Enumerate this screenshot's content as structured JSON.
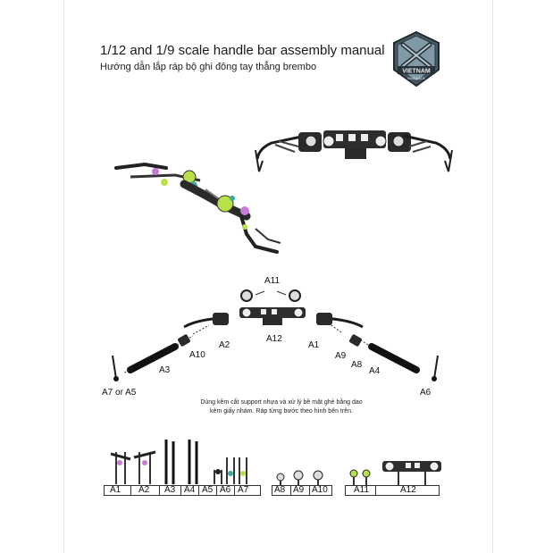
{
  "header": {
    "title": "1/12 and 1/9 scale handle bar assembly manual",
    "subtitle": "Hướng dẫn lắp ráp bộ ghi đông tay thẳng brembo"
  },
  "logo": {
    "text": "VIETNAM",
    "subtext": "HANDMADE"
  },
  "exploded_labels": {
    "a11": "A11",
    "a12": "A12",
    "a1": "A1",
    "a2": "A2",
    "a3": "A3",
    "a4": "A4",
    "a6": "A6",
    "a8": "A8",
    "a9": "A9",
    "a10": "A10",
    "a7_or_a5": "A7 or A5"
  },
  "note": {
    "line1": "Dùng kềm cắt support nhựa và xử lý bề mặt ghẻ bằng dao",
    "line2": "kèm giấy nhám. Ráp từng bước theo hình bên trên."
  },
  "parts_strip": {
    "group1": [
      "A1",
      "A2",
      "A3",
      "A4",
      "A5",
      "A6",
      "A7"
    ],
    "group2": [
      "A8",
      "A9",
      "A10"
    ],
    "group3": [
      "A11",
      "A12"
    ]
  },
  "colors": {
    "ink": "#111111",
    "part_dark": "#2a2a2a",
    "accent_green": "#b8e04a",
    "accent_purple": "#c77ad8",
    "accent_teal": "#3fa7a0"
  }
}
